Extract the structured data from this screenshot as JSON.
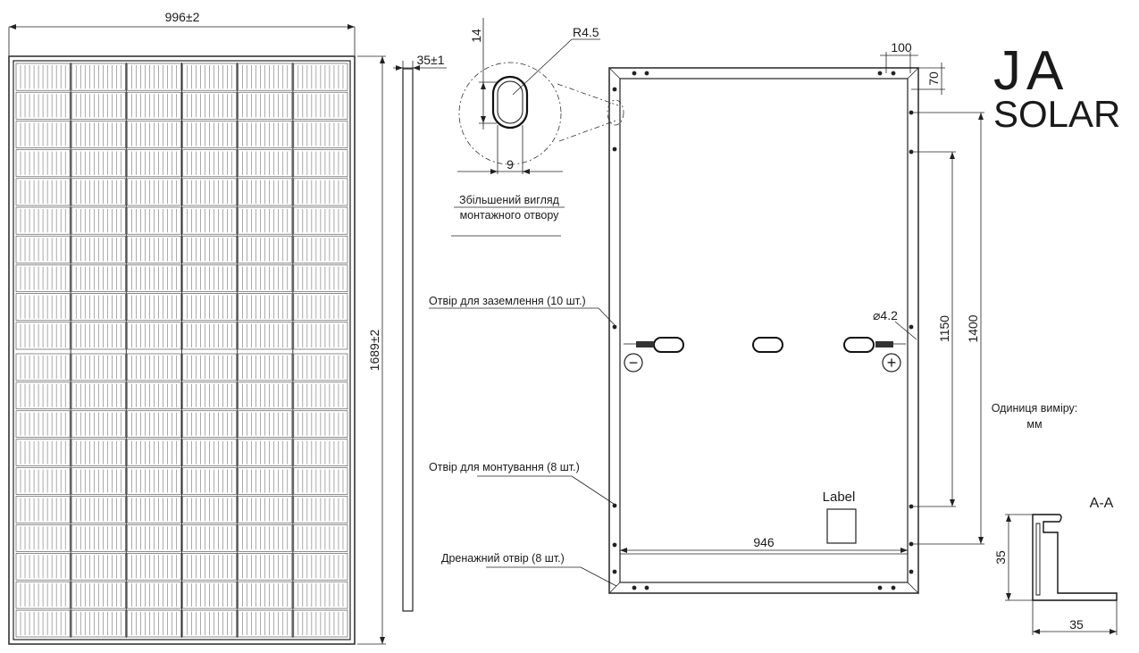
{
  "front_view": {
    "width_label": "996±2",
    "height_label": "1689±2"
  },
  "side_view": {
    "thickness_label": "35±1"
  },
  "detail": {
    "radius_label": "R4.5",
    "height_label": "14",
    "width_label": "9",
    "caption_line1": "Збільшений вигляд",
    "caption_line2": "монтажного отвору"
  },
  "back_view": {
    "top_offset_label": "100",
    "corner_label": "70",
    "ground_hole_diameter": "⌀4.2",
    "mount_spacing_inner": "1150",
    "mount_spacing_outer": "1400",
    "bottom_width_label": "946",
    "label_box": "Label",
    "minus_symbol": "−",
    "plus_symbol": "+"
  },
  "callouts": {
    "grounding": "Отвір для заземлення (10 шт.)",
    "mounting": "Отвір для монтування (8 шт.)",
    "drainage": "Дренажний отвір (8 шт.)"
  },
  "units": {
    "line1": "Одиниця виміру:",
    "line2": "мм"
  },
  "section": {
    "title": "A-A",
    "height_label": "35",
    "width_label": "35"
  },
  "logo": {
    "line1": "JA",
    "line2": "SOLAR",
    "color": "#1f3a93"
  }
}
